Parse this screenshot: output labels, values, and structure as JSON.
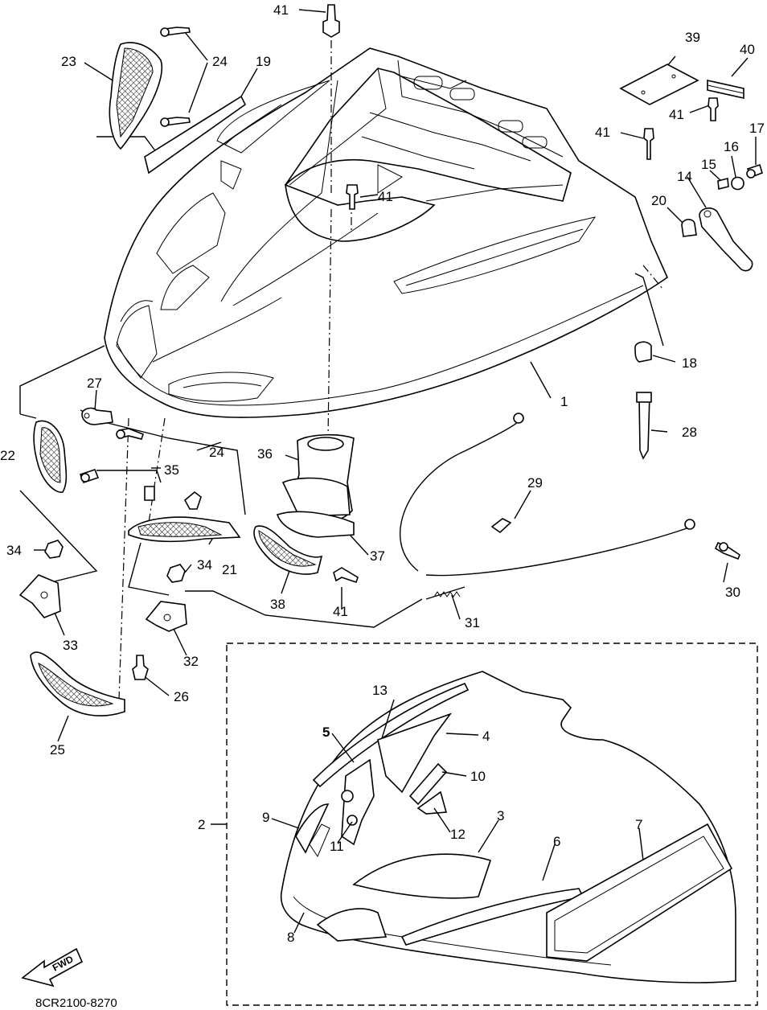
{
  "diagram": {
    "code": "8CR2100-8270",
    "fwd_label": "FWD",
    "callouts": {
      "p1": "1",
      "p2": "2",
      "p3": "3",
      "p4": "4",
      "p5": "5",
      "p6": "6",
      "p7": "7",
      "p8": "8",
      "p9": "9",
      "p10": "10",
      "p11": "11",
      "p12": "12",
      "p13": "13",
      "p14": "14",
      "p15": "15",
      "p16": "16",
      "p17": "17",
      "p18": "18",
      "p19": "19",
      "p20": "20",
      "p21": "21",
      "p22": "22",
      "p23": "23",
      "p24a": "24",
      "p24b": "24",
      "p25": "25",
      "p26": "26",
      "p27": "27",
      "p28": "28",
      "p29": "29",
      "p30": "30",
      "p31": "31",
      "p32": "32",
      "p33": "33",
      "p34a": "34",
      "p34b": "34",
      "p35": "35",
      "p36": "36",
      "p37": "37",
      "p38": "38",
      "p39": "39",
      "p40": "40",
      "p41a": "41",
      "p41b": "41",
      "p41c": "41",
      "p41d": "41",
      "p41e": "41"
    }
  }
}
